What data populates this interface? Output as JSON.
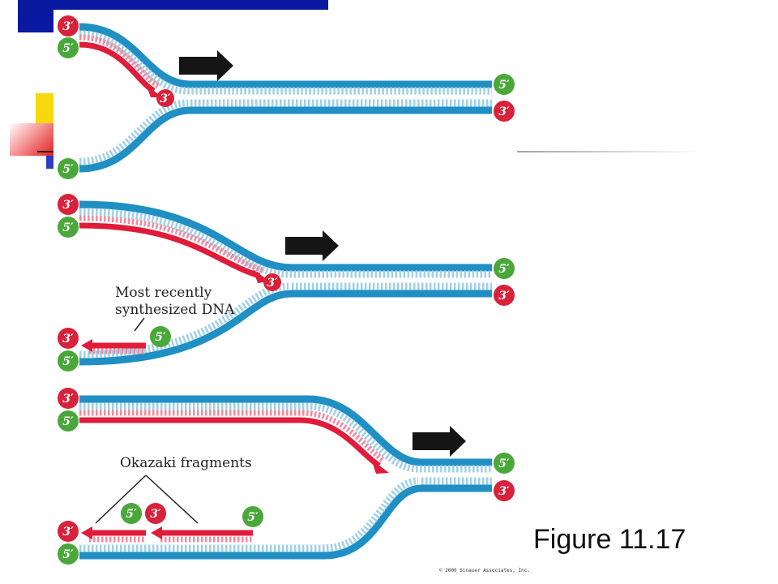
{
  "figure_caption": "Figure 11.17",
  "copyright": "© 2000 Sinauer Associates, Inc.",
  "labels": {
    "three_prime": "3′",
    "five_prime": "5′",
    "most_recent": [
      "Most recently",
      "synthesized DNA"
    ],
    "okazaki": "Okazaki fragments"
  },
  "colors": {
    "strand_blue": "#1f8fc4",
    "strand_blue_dark": "#0c6ea0",
    "strand_red": "#e01c3a",
    "label_red": "#d8213a",
    "label_green": "#4aa83a",
    "arrow_black": "#151515"
  }
}
